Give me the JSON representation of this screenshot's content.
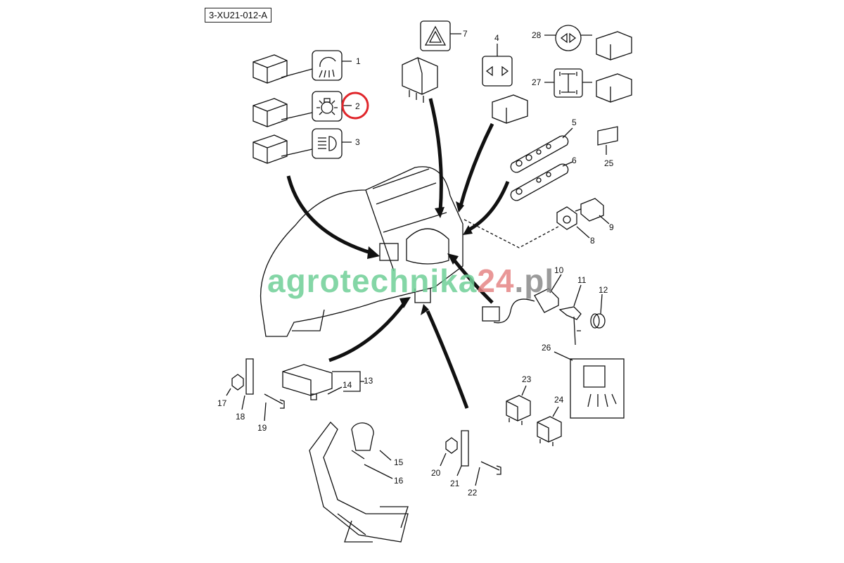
{
  "diagram": {
    "reference_code": "3-XU21-012-A",
    "highlighted_part": "2",
    "highlight_color": "#e0262b",
    "callouts": [
      "1",
      "2",
      "3",
      "4",
      "5",
      "6",
      "7",
      "8",
      "9",
      "10",
      "11",
      "12",
      "13",
      "14",
      "15",
      "16",
      "17",
      "18",
      "19",
      "20",
      "21",
      "22",
      "23",
      "24",
      "25",
      "26",
      "27",
      "28"
    ]
  },
  "watermark": {
    "part1": "agrotechnika",
    "part2": "24",
    "part3": ".pl"
  }
}
